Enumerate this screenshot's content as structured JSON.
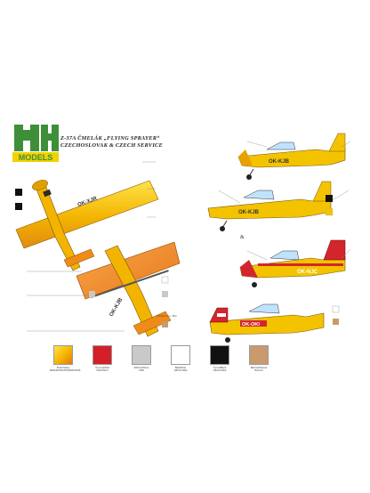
{
  "header": {
    "logo_text": "MODELS",
    "title_line1": "Z-37A ČMELÁK „FLYING SPRAYER“",
    "title_line2": "CZECHOSLOVAK & CZECH SERVICE"
  },
  "registrations": {
    "top_view": "OK-XJR",
    "side_1": "OK-KJB",
    "side_2": "OK-KJB",
    "side_3": "OK-NJC",
    "side_4": "OK-OKI",
    "under_view": "OK-KJB"
  },
  "swatches": [
    {
      "label1": "Žlutá/Yellow",
      "label2": "BRAND/PESTRÁ/BARVENÁ",
      "color": "#f2d200"
    },
    {
      "label1": "Červená/Red",
      "label2": "3/32/4/51/2",
      "color": "#d32028"
    },
    {
      "label1": "Stříbrná/Silver",
      "label2": "2360",
      "color": "#c9c9c9"
    },
    {
      "label1": "Bílá/White",
      "label2": "HB7/H/1002",
      "color": "#ffffff"
    },
    {
      "label1": "Černá/Black",
      "label2": "HB1/H/1002",
      "color": "#111111"
    },
    {
      "label1": "Béžová/Natural",
      "label2": "RAL/CA",
      "color": "#c99a6e"
    }
  ],
  "note_mid": "GREEN (O.L. BD)",
  "ampersand": "&",
  "colors": {
    "yellow": "#f3c300",
    "orange": "#f08a18",
    "red": "#d3262c",
    "green_logo": "#3f8e3a"
  }
}
